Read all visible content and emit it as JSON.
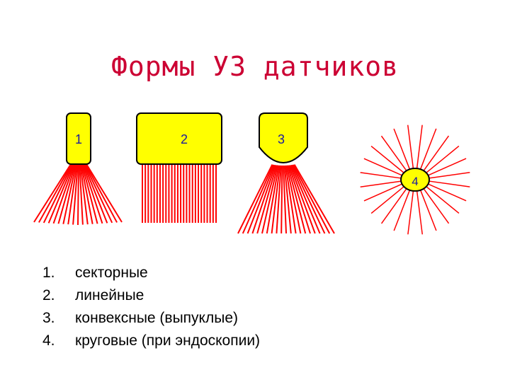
{
  "title": "Формы УЗ датчиков",
  "probes": [
    {
      "label": "1",
      "kind": "sector"
    },
    {
      "label": "2",
      "kind": "linear"
    },
    {
      "label": "3",
      "kind": "convex"
    },
    {
      "label": "4",
      "kind": "radial"
    }
  ],
  "legend": [
    {
      "num": "1.",
      "text": "секторные"
    },
    {
      "num": "2.",
      "text": "линейные"
    },
    {
      "num": "3.",
      "text": "конвексные (выпуклые)"
    },
    {
      "num": "4.",
      "text": "круговые (при эндоскопии)"
    }
  ],
  "colors": {
    "title": "#cc0033",
    "probe_fill": "#ffff00",
    "probe_stroke": "#000000",
    "beam": "#ff0000",
    "label": "#1a1aa0"
  }
}
